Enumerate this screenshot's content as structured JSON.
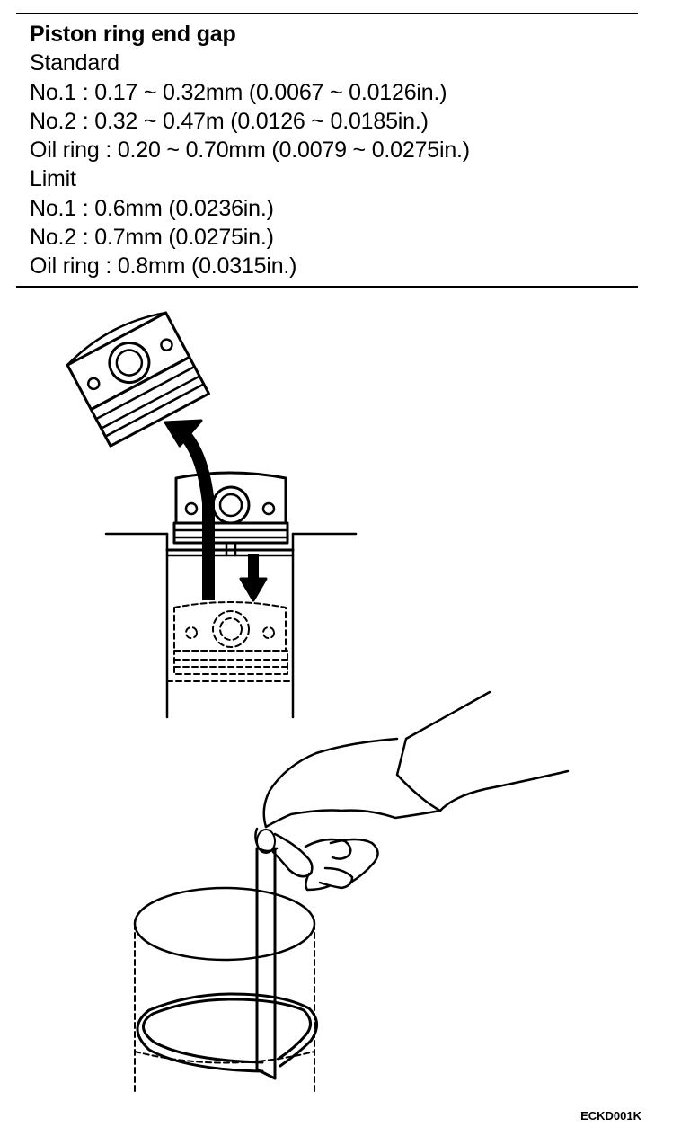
{
  "spec": {
    "title": "Piston ring end gap",
    "standard_label": "Standard",
    "standard_no1": "No.1 : 0.17 ~ 0.32mm (0.0067 ~ 0.0126in.)",
    "standard_no2": "No.2 : 0.32 ~ 0.47m (0.0126 ~ 0.0185in.)",
    "standard_oil": "Oil ring : 0.20 ~ 0.70mm (0.0079 ~ 0.0275in.)",
    "limit_label": "Limit",
    "limit_no1": "No.1 :  0.6mm (0.0236in.)",
    "limit_no2": "No.2 :  0.7mm (0.0275in.)",
    "limit_oil": "Oil ring :  0.8mm (0.0315in.)"
  },
  "figure_code": "ECKD001K"
}
